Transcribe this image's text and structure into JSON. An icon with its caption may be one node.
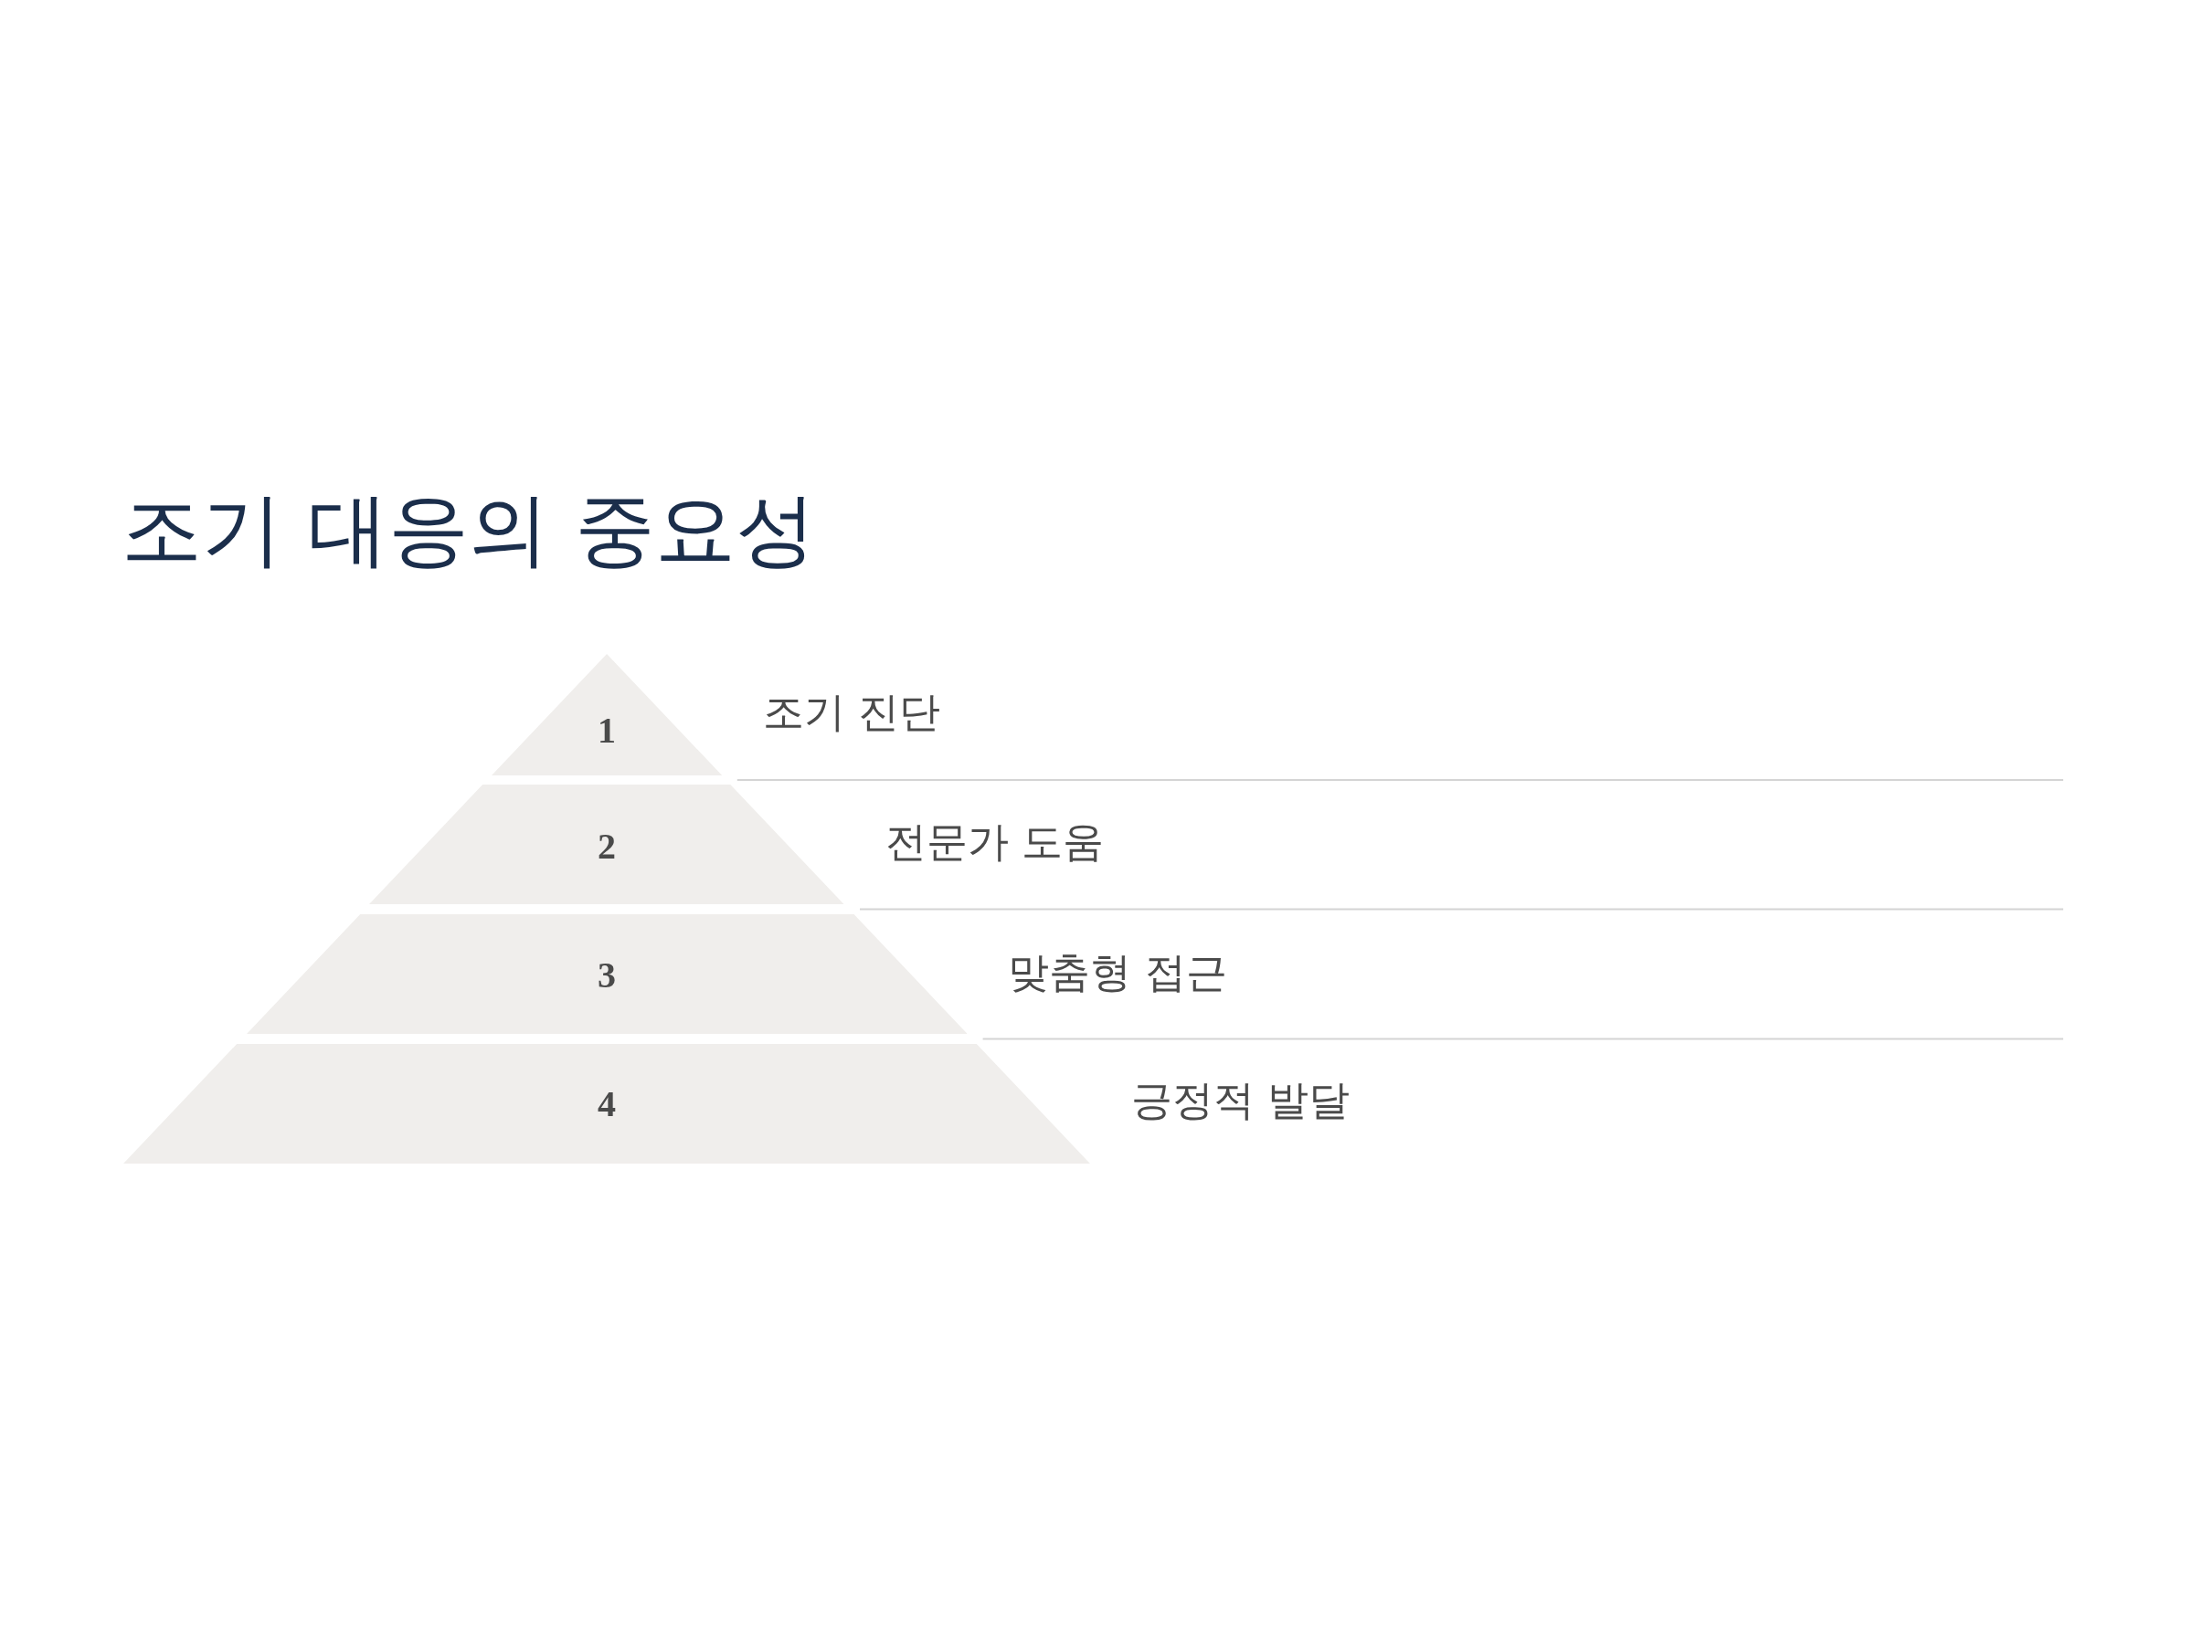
{
  "diagram": {
    "title": "조기 대응의 중요성",
    "nodes": [
      {
        "text": [
          "1"
        ],
        "beside": [
          "조기 진단"
        ]
      },
      {
        "text": [
          "2"
        ],
        "beside": [
          "전문가 도움"
        ]
      },
      {
        "text": [
          "3"
        ],
        "beside": [
          "맞춤형 접근"
        ]
      },
      {
        "text": [
          "4"
        ],
        "beside": [
          "긍정적 발달"
        ]
      }
    ]
  }
}
